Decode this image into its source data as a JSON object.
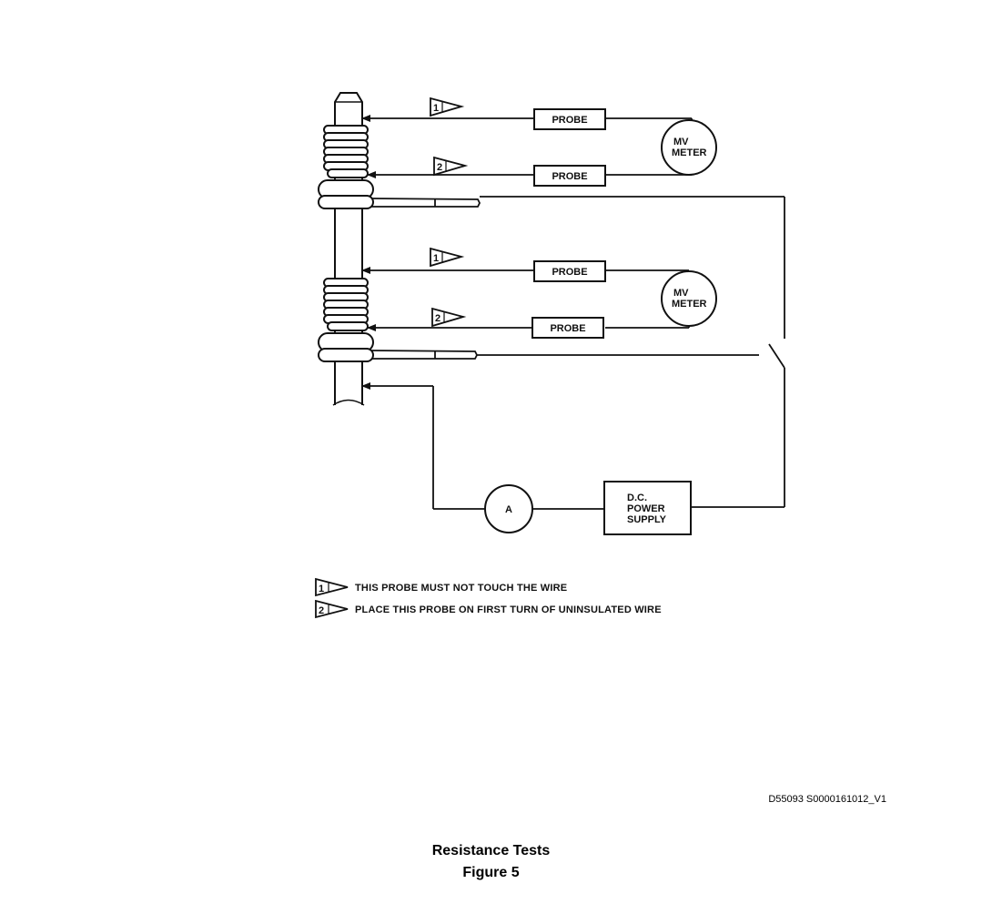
{
  "diagram": {
    "probe_label": "PROBE",
    "mv_meter": [
      "MV",
      "METER"
    ],
    "ammeter_label": "A",
    "power_supply": [
      "D.C.",
      "POWER",
      "SUPPLY"
    ],
    "note_markers": [
      "1",
      "2"
    ]
  },
  "legend": [
    {
      "marker": "1",
      "text": "THIS PROBE MUST NOT TOUCH THE WIRE"
    },
    {
      "marker": "2",
      "text": "PLACE THIS PROBE ON FIRST TURN OF UNINSULATED WIRE"
    }
  ],
  "reference_code": "D55093 S0000161012_V1",
  "caption": {
    "title": "Resistance Tests",
    "figure": "Figure 5"
  }
}
